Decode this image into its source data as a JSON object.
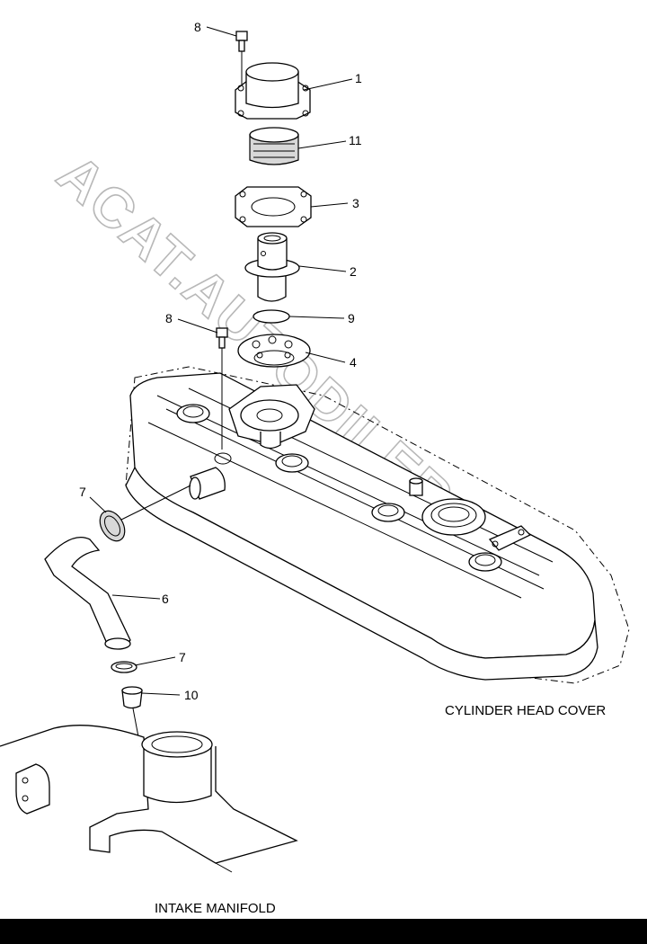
{
  "callouts": {
    "c8a": "8",
    "c1": "1",
    "c11": "11",
    "c3": "3",
    "c2": "2",
    "c8b": "8",
    "c9": "9",
    "c4": "4",
    "c7a": "7",
    "c6": "6",
    "c7b": "7",
    "c10": "10"
  },
  "labels": {
    "cylinder_head_cover": "CYLINDER HEAD COVER",
    "intake_manifold": "INTAKE MANIFOLD"
  },
  "watermark": "ACAT.AUTODILER.RU",
  "colors": {
    "line": "#000000",
    "watermark": "#b8b8b8",
    "background": "#ffffff"
  }
}
